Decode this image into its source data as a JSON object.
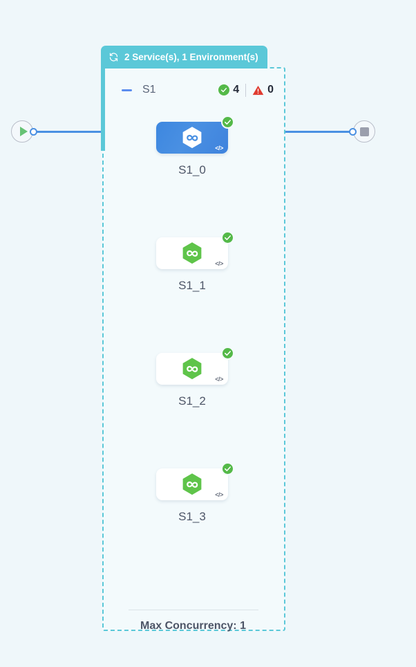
{
  "canvas": {
    "background_color": "#eff7fa"
  },
  "graph": {
    "start_node": {
      "name": "start-node",
      "icon": "play-icon"
    },
    "end_node": {
      "name": "end-node",
      "icon": "stop-icon"
    },
    "edges": [
      {
        "from": "start-node",
        "to": "service-group"
      },
      {
        "from": "service-group",
        "to": "end-node"
      }
    ],
    "edge_color": "#4a90e2"
  },
  "group": {
    "header": {
      "icon": "sync-icon",
      "label": "2 Service(s), 1 Environment(s)",
      "background_color": "#5bc8d8",
      "text_color": "#ffffff"
    },
    "border_color": "#5bc8d8",
    "title": "S1",
    "collapse_icon": "minus-icon",
    "counters": [
      {
        "icon": "check-circle-icon",
        "value": "4",
        "color": "#54b948"
      },
      {
        "icon": "warning-triangle-icon",
        "value": "0",
        "color": "#e03b30"
      }
    ],
    "footer": {
      "label": "Max Concurrency: 1"
    }
  },
  "nodes": [
    {
      "label": "S1_0",
      "selected": true,
      "logo_icon": "hexagon-infinity-icon",
      "logo_color": "#ffffff",
      "code_icon": "code-icon",
      "code_glyph": "</>",
      "status_icon": "check-circle-icon",
      "status_color": "#54b948"
    },
    {
      "label": "S1_1",
      "selected": false,
      "logo_icon": "hexagon-infinity-icon",
      "logo_color": "#5fc44a",
      "code_icon": "code-icon",
      "code_glyph": "</>",
      "status_icon": "check-circle-icon",
      "status_color": "#54b948"
    },
    {
      "label": "S1_2",
      "selected": false,
      "logo_icon": "hexagon-infinity-icon",
      "logo_color": "#5fc44a",
      "code_icon": "code-icon",
      "code_glyph": "</>",
      "status_icon": "check-circle-icon",
      "status_color": "#54b948"
    },
    {
      "label": "S1_3",
      "selected": false,
      "logo_icon": "hexagon-infinity-icon",
      "logo_color": "#5fc44a",
      "code_icon": "code-icon",
      "code_glyph": "</>",
      "status_icon": "check-circle-icon",
      "status_color": "#54b948"
    }
  ]
}
